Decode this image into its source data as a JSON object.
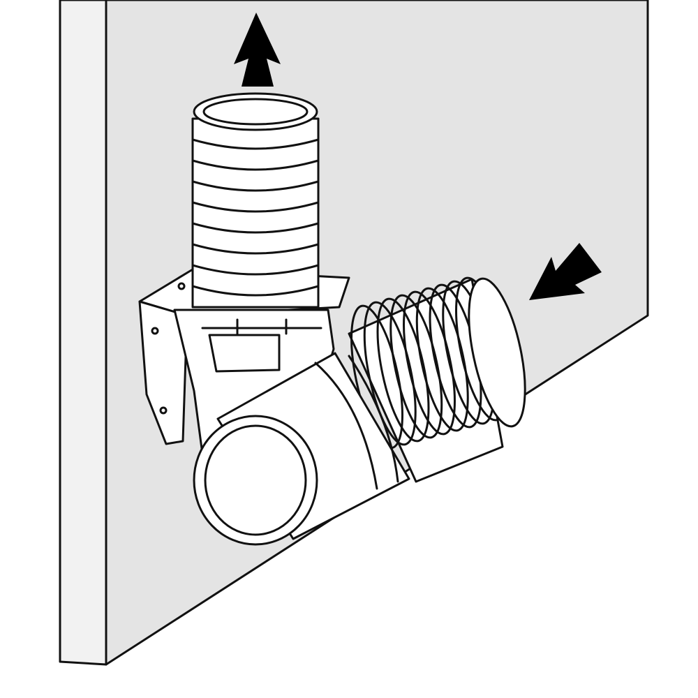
{
  "figure": {
    "kind": "line-drawing",
    "subject": "corner-fitting-with-ribbed-hose-connectors",
    "colors": {
      "wall": "#e4e4e4",
      "wall_edge": "#f2f2f2",
      "line": "#111111",
      "part": "#ffffff",
      "arrow": "#000000"
    },
    "arrows": {
      "outlet_direction": "up",
      "inlet_direction": "down-left"
    },
    "upper_hose_rib_count": 8,
    "side_hose_rib_count": 9
  }
}
